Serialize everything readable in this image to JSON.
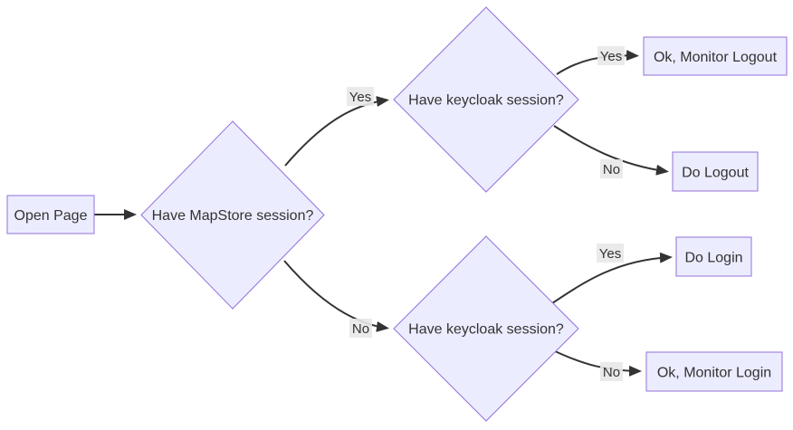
{
  "diagram": {
    "type": "flowchart",
    "direction": "left-to-right",
    "nodes": [
      {
        "id": "open-page",
        "label": "Open Page",
        "shape": "rect"
      },
      {
        "id": "mapstore-session",
        "label": "Have MapStore session?",
        "shape": "diamond"
      },
      {
        "id": "keycloak-session-top",
        "label": "Have keycloak session?",
        "shape": "diamond"
      },
      {
        "id": "ok-monitor-logout",
        "label": "Ok, Monitor Logout",
        "shape": "rect"
      },
      {
        "id": "do-logout",
        "label": "Do Logout",
        "shape": "rect"
      },
      {
        "id": "keycloak-session-bottom",
        "label": "Have keycloak session?",
        "shape": "diamond"
      },
      {
        "id": "do-login",
        "label": "Do Login",
        "shape": "rect"
      },
      {
        "id": "ok-monitor-login",
        "label": "Ok, Monitor Login",
        "shape": "rect"
      }
    ],
    "edges": [
      {
        "from": "open-page",
        "to": "mapstore-session"
      },
      {
        "from": "mapstore-session",
        "to": "keycloak-session-top",
        "label": "Yes"
      },
      {
        "from": "mapstore-session",
        "to": "keycloak-session-bottom",
        "label": "No"
      },
      {
        "from": "keycloak-session-top",
        "to": "ok-monitor-logout",
        "label": "Yes"
      },
      {
        "from": "keycloak-session-top",
        "to": "do-logout",
        "label": "No"
      },
      {
        "from": "keycloak-session-bottom",
        "to": "do-login",
        "label": "Yes"
      },
      {
        "from": "keycloak-session-bottom",
        "to": "ok-monitor-login",
        "label": "No"
      }
    ],
    "colors": {
      "node_fill": "#ECECFF",
      "node_border": "#9370DB",
      "edge_color": "#333333",
      "label_bg": "#e8e8e8",
      "text_color": "#333333",
      "background": "#ffffff"
    }
  }
}
